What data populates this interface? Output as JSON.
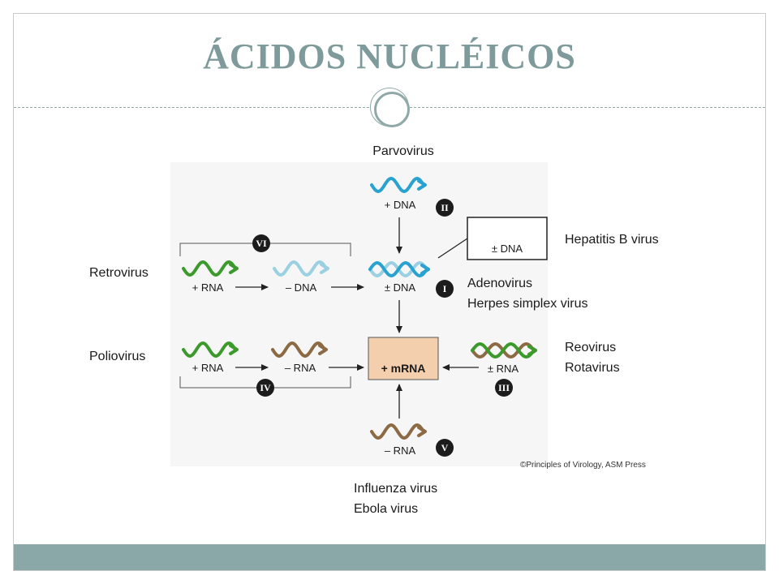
{
  "slide": {
    "title": "ÁCIDOS NUCLÉICOS",
    "colors": {
      "title": "#7f9a9a",
      "divider": "#8fa8a8",
      "footer": "#8aa8a8"
    }
  },
  "diagram": {
    "colors": {
      "plus_rna": "#3c9a2c",
      "minus_rna": "#8c6a44",
      "dna_dark": "#2aa2d0",
      "dna_light": "#9bd0e2",
      "mrna_box": "#f4cfae",
      "badge": "#1c1c1c",
      "arrow": "#222222"
    },
    "virus_labels": {
      "parvovirus": "Parvovirus",
      "hepatitis_b": "Hepatitis B virus",
      "retrovirus": "Retrovirus",
      "adenovirus": "Adenovirus",
      "herpes": "Herpes simplex virus",
      "poliovirus": "Poliovirus",
      "reovirus": "Reovirus",
      "rotavirus": "Rotavirus",
      "influenza": "Influenza virus",
      "ebola": "Ebola virus"
    },
    "strand_labels": {
      "parvo_dna": "+ DNA",
      "hepb_dna": "± DNA",
      "retro_rna": "+ RNA",
      "retro_dna": "– DNA",
      "center_dna": "± DNA",
      "polio_rna": "+ RNA",
      "polio_minus_rna": "– RNA",
      "mrna": "+ mRNA",
      "reo_rna": "± RNA",
      "influenza_rna": "– RNA"
    },
    "classes": {
      "I": "I",
      "II": "II",
      "III": "III",
      "IV": "IV",
      "V": "V",
      "VI": "VI"
    },
    "credit": "©Principles of Virology, ASM Press"
  }
}
